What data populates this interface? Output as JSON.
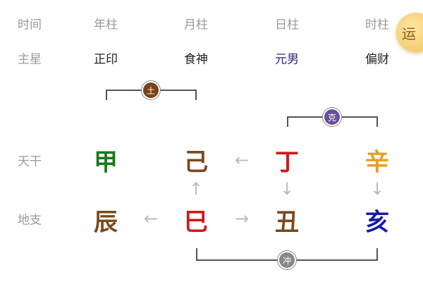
{
  "header": {
    "labels": [
      "时间",
      "年柱",
      "月柱",
      "日柱",
      "时柱"
    ]
  },
  "main_star": {
    "label": "主星",
    "values": [
      "正印",
      "食神",
      "元男",
      "偏财"
    ]
  },
  "tiangan": {
    "label": "天干",
    "chars": [
      "甲",
      "己",
      "丁",
      "辛"
    ],
    "colors": [
      "#1a7a1a",
      "#7a4a1e",
      "#d41818",
      "#e8a020"
    ]
  },
  "dizhi": {
    "label": "地支",
    "chars": [
      "辰",
      "巳",
      "丑",
      "亥"
    ],
    "colors": [
      "#7a4a1e",
      "#d41818",
      "#7a4a1e",
      "#1a1aa8"
    ]
  },
  "relations": [
    {
      "label": "土",
      "color": "#7a4216"
    },
    {
      "label": "克",
      "color": "#6a4f9a"
    },
    {
      "label": "冲",
      "color": "#888888"
    }
  ],
  "yun_button": {
    "label": "运"
  }
}
